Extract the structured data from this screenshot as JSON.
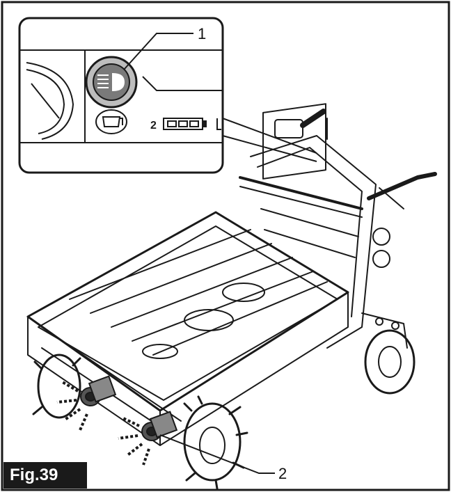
{
  "figure": {
    "label": "Fig.39",
    "callouts": [
      {
        "id": "1",
        "label": "1"
      },
      {
        "id": "2",
        "label": "2"
      }
    ],
    "panel_text": {
      "battery_indicator_number": "2"
    }
  },
  "icons": [
    "headlight-icon",
    "battery-level-icon",
    "cart-mode-icon"
  ],
  "colors": {
    "line": "#1a1a1a",
    "background": "#ffffff",
    "label_bg": "#1a1a1a"
  }
}
